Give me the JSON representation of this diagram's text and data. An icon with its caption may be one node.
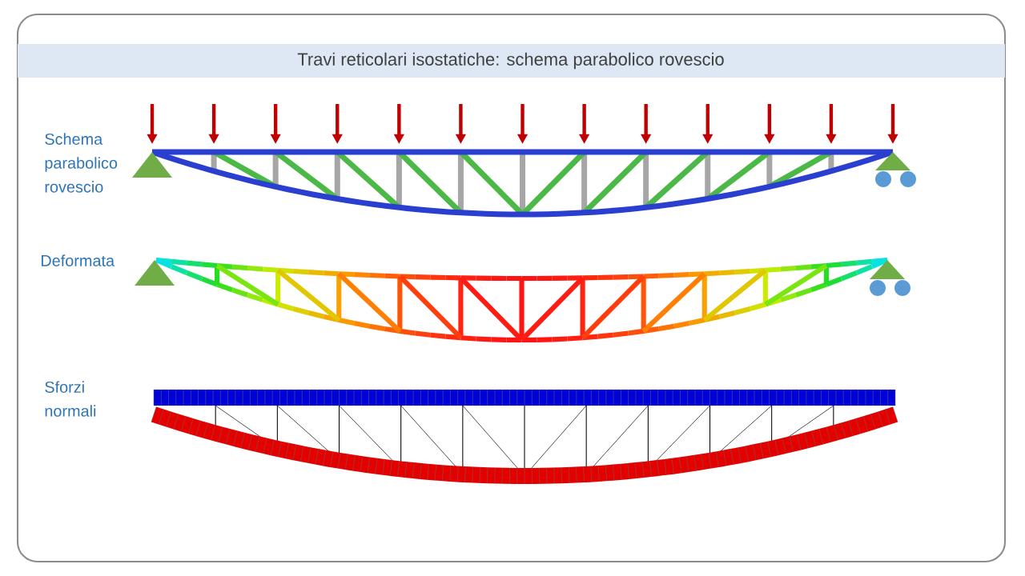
{
  "diagram": {
    "title": "Travi reticolari isostatiche: schema parabolico rovescio",
    "labels": [
      "Schema parabolico rovescio",
      "Deformata",
      "Sforzi normali"
    ]
  }
}
